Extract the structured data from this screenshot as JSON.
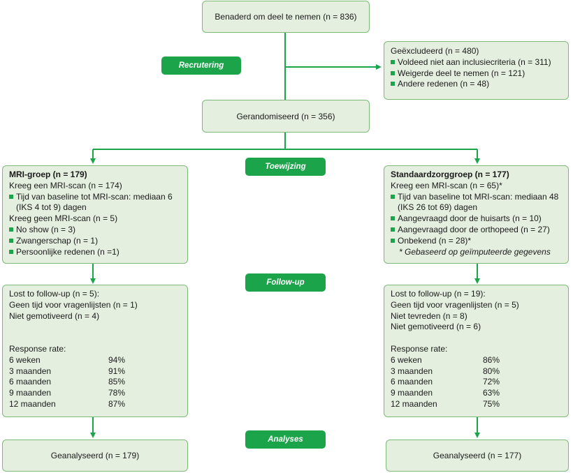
{
  "approached": "Benaderd om deel te nemen (n = 836)",
  "excluded": {
    "title": "Geëxcludeerd (n = 480)",
    "items": [
      "Voldeed niet aan inclusiecriteria (n = 311)",
      "Weigerde deel te nemen (n = 121)",
      "Andere redenen (n = 48)"
    ]
  },
  "randomized": "Gerandomiseerd (n = 356)",
  "phases": {
    "recruitment": "Recrutering",
    "allocation": "Toewijzing",
    "followup": "Follow-up",
    "analyses": "Analyses"
  },
  "mri": {
    "title": "MRI-groep (n = 179)",
    "scan": "Kreeg een MRI-scan (n = 174)",
    "scan_time_1": "Tijd van baseline tot MRI-scan: mediaan 6",
    "scan_time_2": "(IKS 4 tot 9) dagen",
    "no_scan": "Kreeg geen MRI-scan (n = 5)",
    "reasons": [
      "No show (n = 3)",
      "Zwangerschap (n = 1)",
      "Persoonlijke redenen (n =1)"
    ],
    "followup": [
      "Lost to follow-up (n = 5):",
      "Geen tijd voor vragenlijsten (n = 1)",
      "Niet gemotiveerd (n = 4)"
    ],
    "response_label": "Response rate:",
    "response": [
      {
        "label": "6 weken",
        "value": "94%"
      },
      {
        "label": "3 maanden",
        "value": "91%"
      },
      {
        "label": "6 maanden",
        "value": "85%"
      },
      {
        "label": "9 maanden",
        "value": "78%"
      },
      {
        "label": "12 maanden",
        "value": "87%"
      }
    ],
    "analyzed": "Geanalyseerd (n = 179)"
  },
  "standard": {
    "title": "Standaardzorggroep (n = 177)",
    "scan": "Kreeg een MRI-scan (n = 65)*",
    "scan_time_1": "Tijd van baseline tot MRI-scan: mediaan 48",
    "scan_time_2": "(IKS 26 tot 69) dagen",
    "requests": [
      "Aangevraagd door de huisarts (n = 10)",
      "Aangevraagd door de orthopeed (n = 27)",
      "Onbekend (n = 28)*"
    ],
    "note": "* Gebaseerd op geïmputeerde gegevens",
    "followup": [
      "Lost to follow-up (n = 19):",
      "Geen tijd voor vragenlijsten (n = 5)",
      "Niet tevreden (n = 8)",
      "Niet gemotiveerd (n = 6)"
    ],
    "response_label": "Response rate:",
    "response": [
      {
        "label": "6 weken",
        "value": "86%"
      },
      {
        "label": "3 maanden",
        "value": "80%"
      },
      {
        "label": "6 maanden",
        "value": "72%"
      },
      {
        "label": "9 maanden",
        "value": "63%"
      },
      {
        "label": "12 maanden",
        "value": "75%"
      }
    ],
    "analyzed": "Geanalyseerd (n = 177)"
  },
  "colors": {
    "accent": "#1ca44a",
    "box_fill": "#e4efdf",
    "box_border": "#7fb97a"
  }
}
